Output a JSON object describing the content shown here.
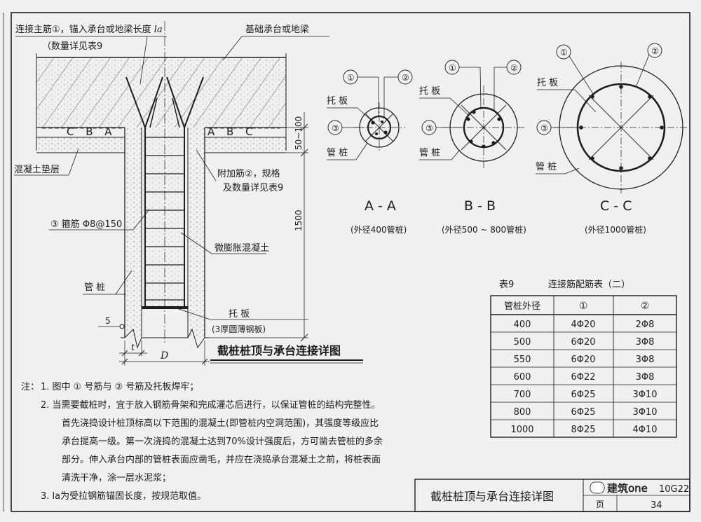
{
  "main": {
    "top_label_line1": "连接主筋①，锚入承台或地梁长度",
    "top_label_la": "la",
    "top_label_line2": "（数量详见表9",
    "cap_label": "基础承台或地梁",
    "section_mark_left": "C B A",
    "section_mark_right": "A B C",
    "dim_cover": "50~100",
    "dim_length": "1500",
    "cushion_label": "混凝土垫层",
    "extra_bar_line1": "附加筋②，规格",
    "extra_bar_line2": "及数量详见表9",
    "stirrup_label": "③ 箍筋 Φ8@150",
    "concrete_label": "微膨胀混凝土",
    "pile_label": "管 桩",
    "plate_label": "托 板",
    "plate_spec": "(3厚圆薄钢板)",
    "weld_num": "5",
    "dim_t": "t",
    "dim_D": "D",
    "drawing_title": "截桩桩顶与承台连接详图"
  },
  "sections": [
    {
      "id": "A",
      "title": "A - A",
      "subtitle": "(外径400管桩)",
      "m1": "①",
      "m2": "②",
      "m3": "③",
      "plate": "托 板",
      "pile": "管 桩"
    },
    {
      "id": "B",
      "title": "B - B",
      "subtitle": "(外径500 ~ 800管桩)",
      "m1": "①",
      "m2": "②",
      "m3": "③",
      "plate": "托 板",
      "pile": "管 桩"
    },
    {
      "id": "C",
      "title": "C - C",
      "subtitle": "(外径1000管桩)",
      "m1": "①",
      "m2": "②",
      "m3": "③",
      "plate": "托 板",
      "pile": "管 桩"
    }
  ],
  "table": {
    "caption_no": "表9",
    "caption_title": "连接筋配筋表（二）",
    "headers": [
      "管桩外径",
      "①",
      "②"
    ],
    "rows": [
      [
        "400",
        "4Φ20",
        "2Φ8"
      ],
      [
        "500",
        "6Φ20",
        "3Φ8"
      ],
      [
        "550",
        "6Φ20",
        "3Φ8"
      ],
      [
        "600",
        "6Φ22",
        "3Φ8"
      ],
      [
        "700",
        "6Φ25",
        "3Φ10"
      ],
      [
        "800",
        "6Φ25",
        "3Φ10"
      ],
      [
        "1000",
        "8Φ25",
        "4Φ10"
      ]
    ]
  },
  "notes": {
    "prefix": "注：",
    "n1": "1.  图中 ① 号筋与 ② 号筋及托板焊牢；",
    "n2_1": "2.  当需要截桩时，宜于放入钢筋骨架和完成灌芯后进行，以保证管桩的结构完整性。",
    "n2_2": "首先浇捣设计桩顶标高以下范围的混凝土(即管桩内空洞范围)，其强度等级应比",
    "n2_3": "承台提高一级。第一次浇捣的混凝土达到70%设计强度后，方可凿去管桩的多余",
    "n2_4": "部分。伸入承台内部的管桩表面应凿毛，并应在浇捣承台混凝土之前，将桩表面",
    "n2_5": "清洗干净，涂一层水泥浆；",
    "n3": "3.  la为受拉钢筋锚固长度，按规范取值。"
  },
  "titleblock": {
    "title": "截桩桩顶与承台连接详图",
    "atlas": "10G22",
    "page_label": "页",
    "page_no": "34",
    "watermark": "建筑one"
  }
}
